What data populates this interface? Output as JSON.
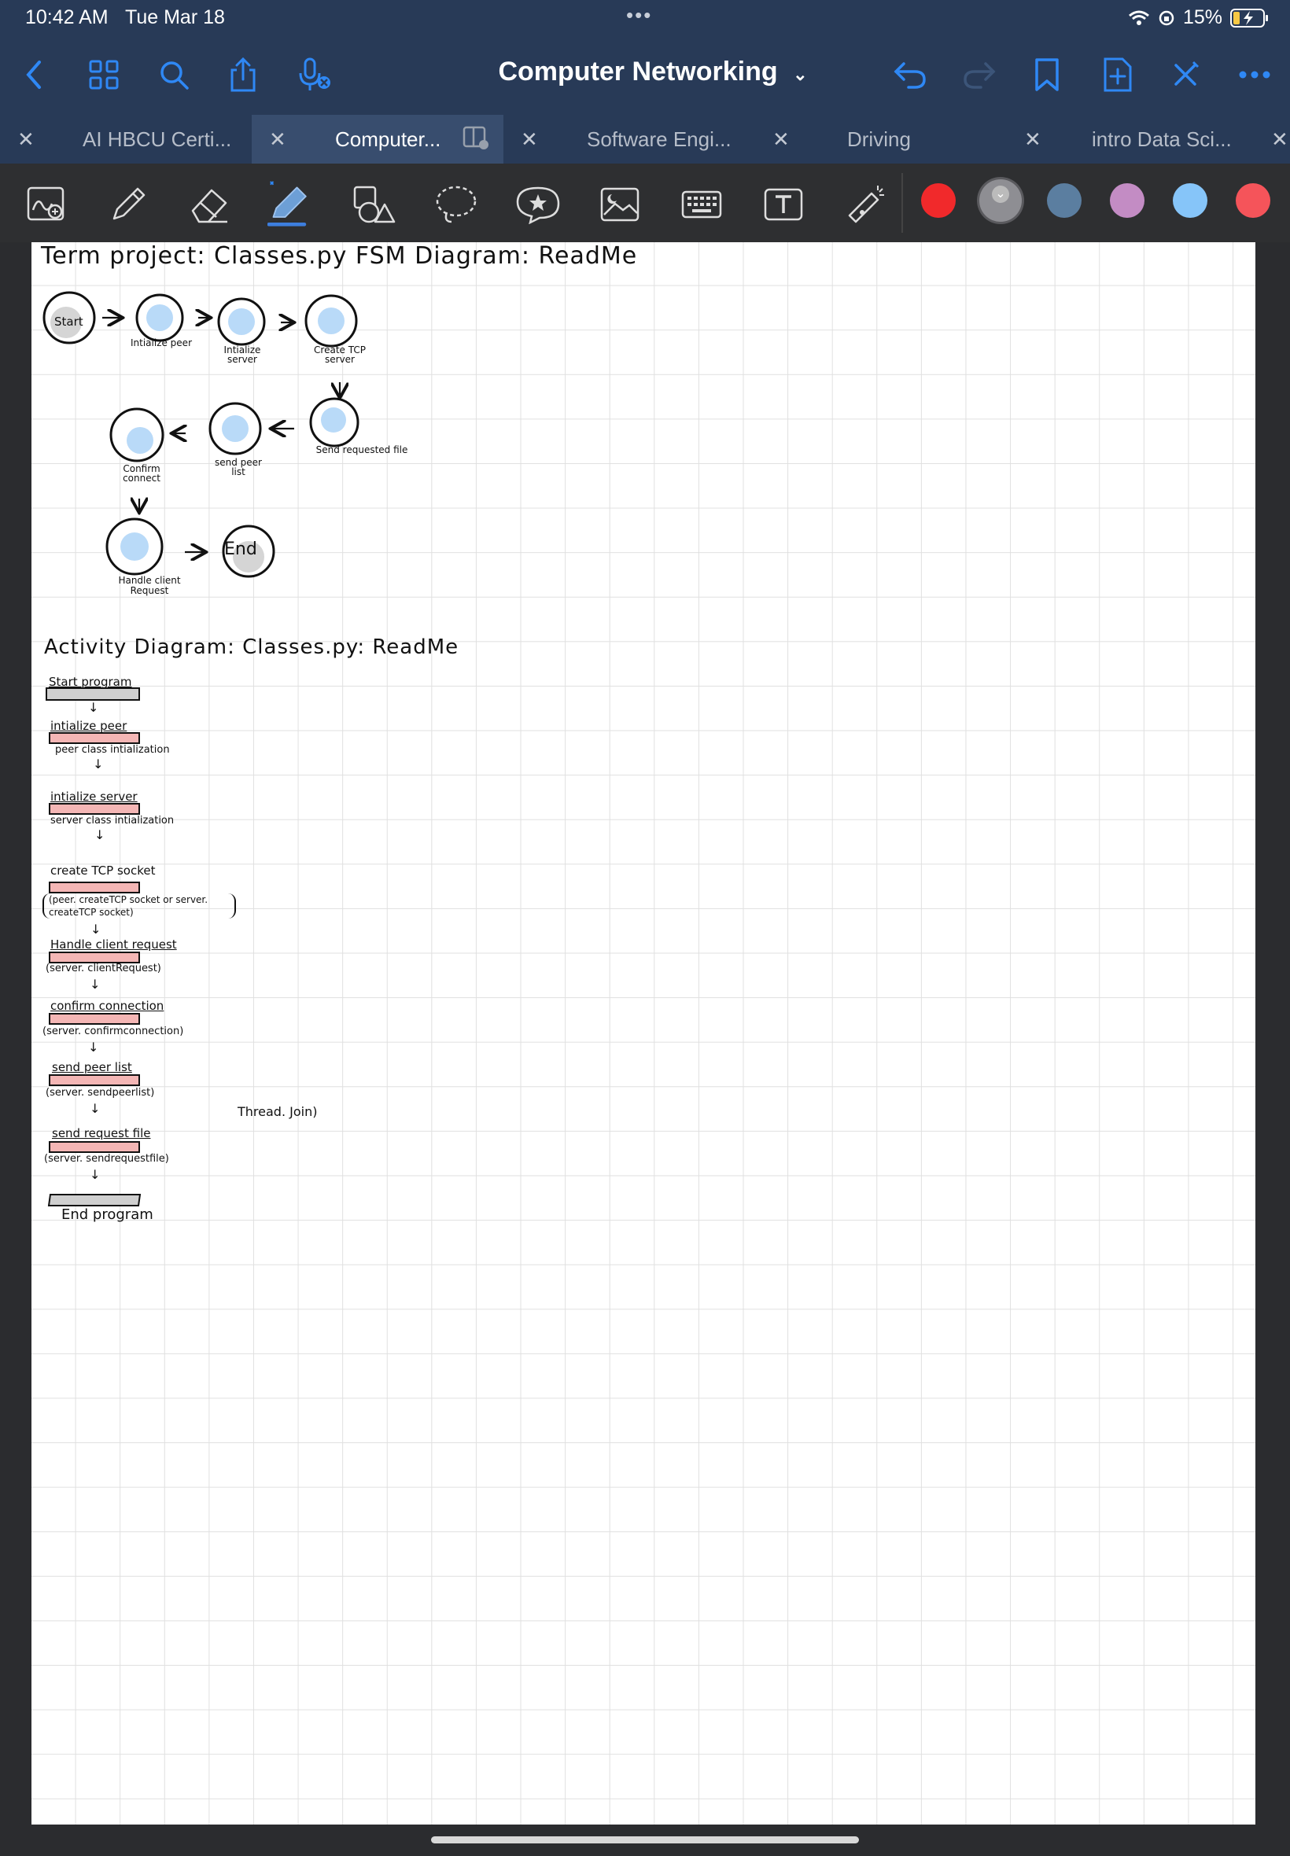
{
  "status": {
    "time": "10:42 AM",
    "date": "Tue Mar 18",
    "battery": "15%"
  },
  "title_bar": {
    "document_title": "Computer Networking"
  },
  "tabs": [
    {
      "label": "AI HBCU Certi...",
      "active": false
    },
    {
      "label": "Computer...",
      "active": true
    },
    {
      "label": "Software Engi...",
      "active": false
    },
    {
      "label": "Driving",
      "active": false
    },
    {
      "label": "intro Data Sci...",
      "active": false
    }
  ],
  "palette": [
    "#f1292b",
    "#8e8e93",
    "#5b7ea0",
    "#c38cc4",
    "#86c5f9",
    "#f5545a"
  ],
  "note": {
    "header": "Term project: Classes.py   FSM Diagram: ReadMe",
    "fsm": {
      "start": "Start",
      "end": "End",
      "nodes": [
        "Intialize peer",
        "Intialize server",
        "Create TCP server",
        "Send requested file",
        "send peer list",
        "Confirm connect",
        "Handle client Request"
      ]
    },
    "activity": {
      "title": "Activity Diagram: Classes.py: ReadMe",
      "steps": [
        {
          "label": "Start program",
          "sub": ""
        },
        {
          "label": "intialize peer",
          "sub": "peer class intialization"
        },
        {
          "label": "intialize server",
          "sub": "server class intialization"
        },
        {
          "label": "create TCP socket",
          "sub": "(peer. createTCP socket or server. createTCP socket)"
        },
        {
          "label": "Handle client request",
          "sub": "(server. clientRequest)"
        },
        {
          "label": "confirm connection",
          "sub": "(server. confirmconnection)"
        },
        {
          "label": "send peer list",
          "sub": "(server. sendpeerlist)"
        },
        {
          "label": "send request file",
          "sub": "(server. sendrequestfile)"
        },
        {
          "label": "End program",
          "sub": ""
        }
      ],
      "side_note": "Thread. Join)"
    }
  }
}
